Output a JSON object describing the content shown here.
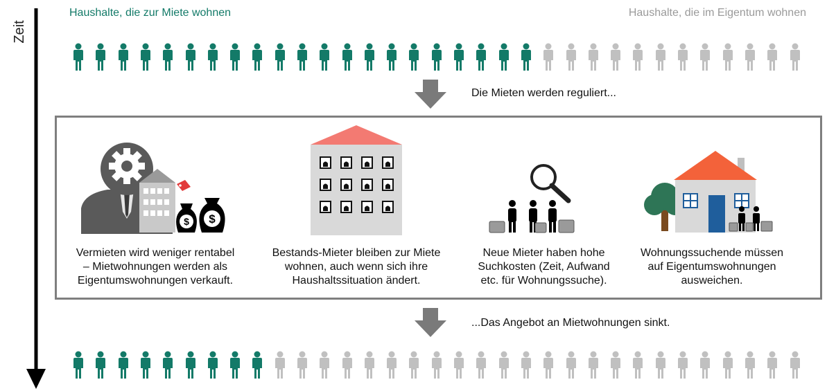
{
  "axis": {
    "label": "Zeit"
  },
  "legend": {
    "rent_label": "Haushalte, die zur Miete wohnen",
    "own_label": "Haushalte, die im Eigentum wohnen",
    "rent_color": "#137a68",
    "own_color": "#c0c0c0"
  },
  "rows": {
    "before": {
      "rent": 21,
      "own": 12
    },
    "after": {
      "rent": 9,
      "own": 24
    }
  },
  "steps": {
    "first": "Die Mieten werden reguliert...",
    "second": "...Das Angebot an Mietwohnungen sinkt."
  },
  "effects": [
    {
      "icon": "landlord-selling-icon",
      "lines": [
        "Vermieten wird weniger rentabel",
        "– Mietwohnungen werden als",
        "Eigentumswohnungen verkauft."
      ]
    },
    {
      "icon": "apartment-building-icon",
      "lines": [
        "Bestands-Mieter bleiben zur Miete",
        "wohnen, auch wenn sich ihre",
        "Haushaltssituation ändert."
      ]
    },
    {
      "icon": "searching-tenants-icon",
      "lines": [
        "Neue Mieter haben hohe",
        "Suchkosten (Zeit, Aufwand",
        "etc. für Wohnungssuche)."
      ]
    },
    {
      "icon": "house-owners-icon",
      "lines": [
        "Wohnungssuchende müssen",
        "auf Eigentumswohnungen",
        "ausweichen."
      ]
    }
  ]
}
